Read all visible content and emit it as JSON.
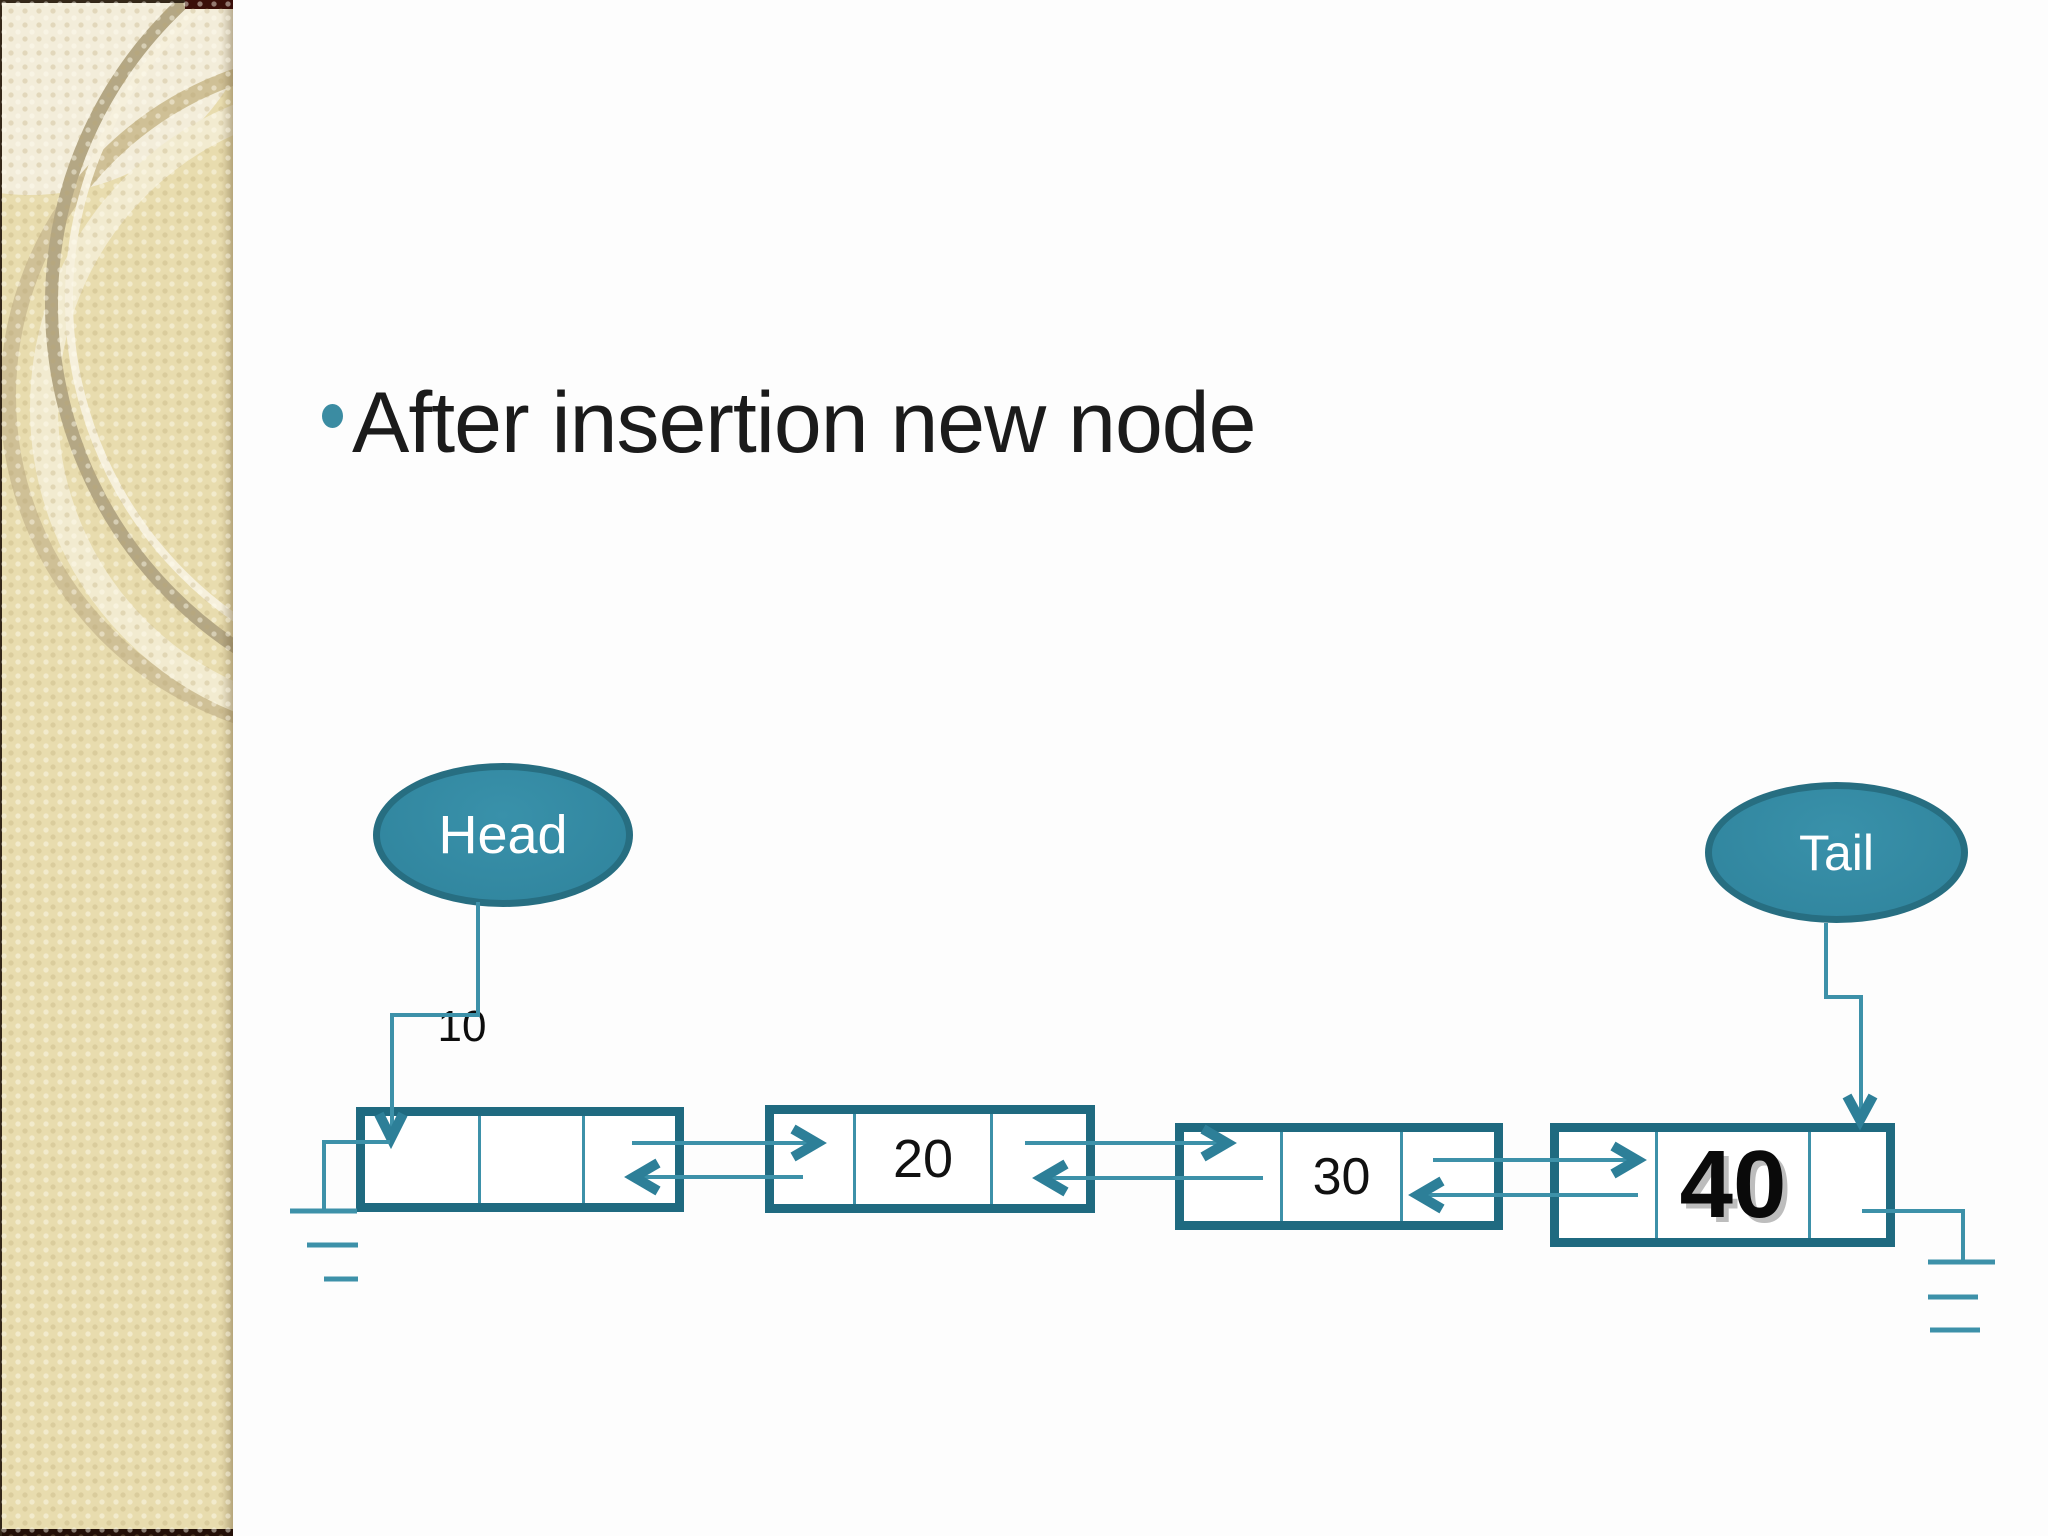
{
  "slide": {
    "title": "After insertion new node"
  },
  "diagram": {
    "head_label": "Head",
    "tail_label": "Tail",
    "first_node_value_label": "10",
    "nodes": [
      {
        "name": "node-1",
        "value": ""
      },
      {
        "name": "node-2",
        "value": "20"
      },
      {
        "name": "node-3",
        "value": "30"
      },
      {
        "name": "node-4",
        "value": "40"
      }
    ]
  },
  "colors": {
    "accent_teal_fill": "#3389a2",
    "accent_teal_border": "#276e81",
    "node_border": "#1f6a80",
    "connector_line": "#3d91a9",
    "arrowhead": "#2d7f98",
    "bullet": "#3b8ca2",
    "sidebar_base": "#e8dcae",
    "title_text": "#1b1b1b",
    "node_value_text": "#111111",
    "new_node_shadow": "#bdbdbd"
  }
}
